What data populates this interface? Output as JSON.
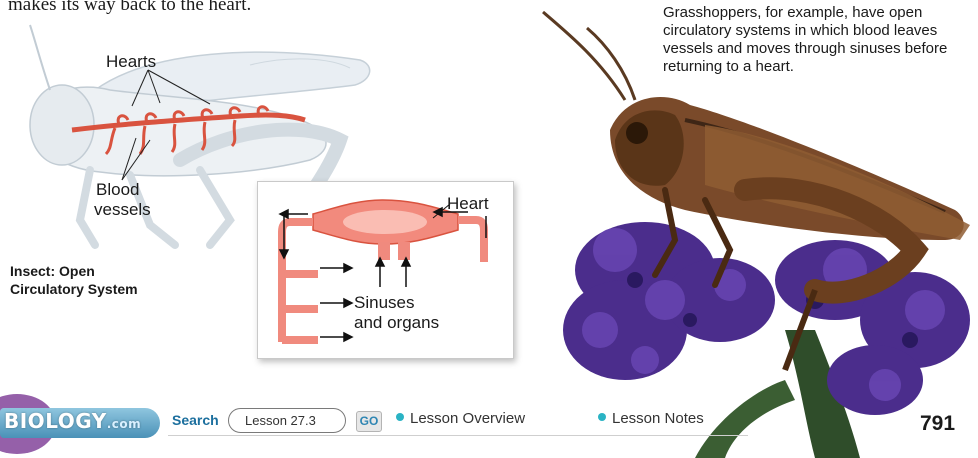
{
  "intro_text": "makes its way back to the heart.",
  "caption": "Grasshoppers, for example, have open circulatory systems in which blood leaves vessels and moves through sinuses before returning to a heart.",
  "figure": {
    "label_hearts": "Hearts",
    "label_blood_1": "Blood",
    "label_blood_2": "vessels",
    "title_1": "Insect: Open",
    "title_2": "Circulatory System"
  },
  "inset": {
    "label_heart": "Heart",
    "label_sinus_1": "Sinuses",
    "label_sinus_2": "and organs"
  },
  "navbar": {
    "brand": "BIOLOGY",
    "brand_suffix": ".com",
    "search_label": "Search",
    "search_value": "Lesson 27.3",
    "go_label": "GO",
    "link_overview": "Lesson Overview",
    "link_notes": "Lesson Notes"
  },
  "page_number": "791",
  "colors": {
    "vessel_red": "#d9533f",
    "heart_pink": "#f08a7e",
    "nav_blue": "#4a91b7",
    "bullet_teal": "#2ab3c4"
  }
}
